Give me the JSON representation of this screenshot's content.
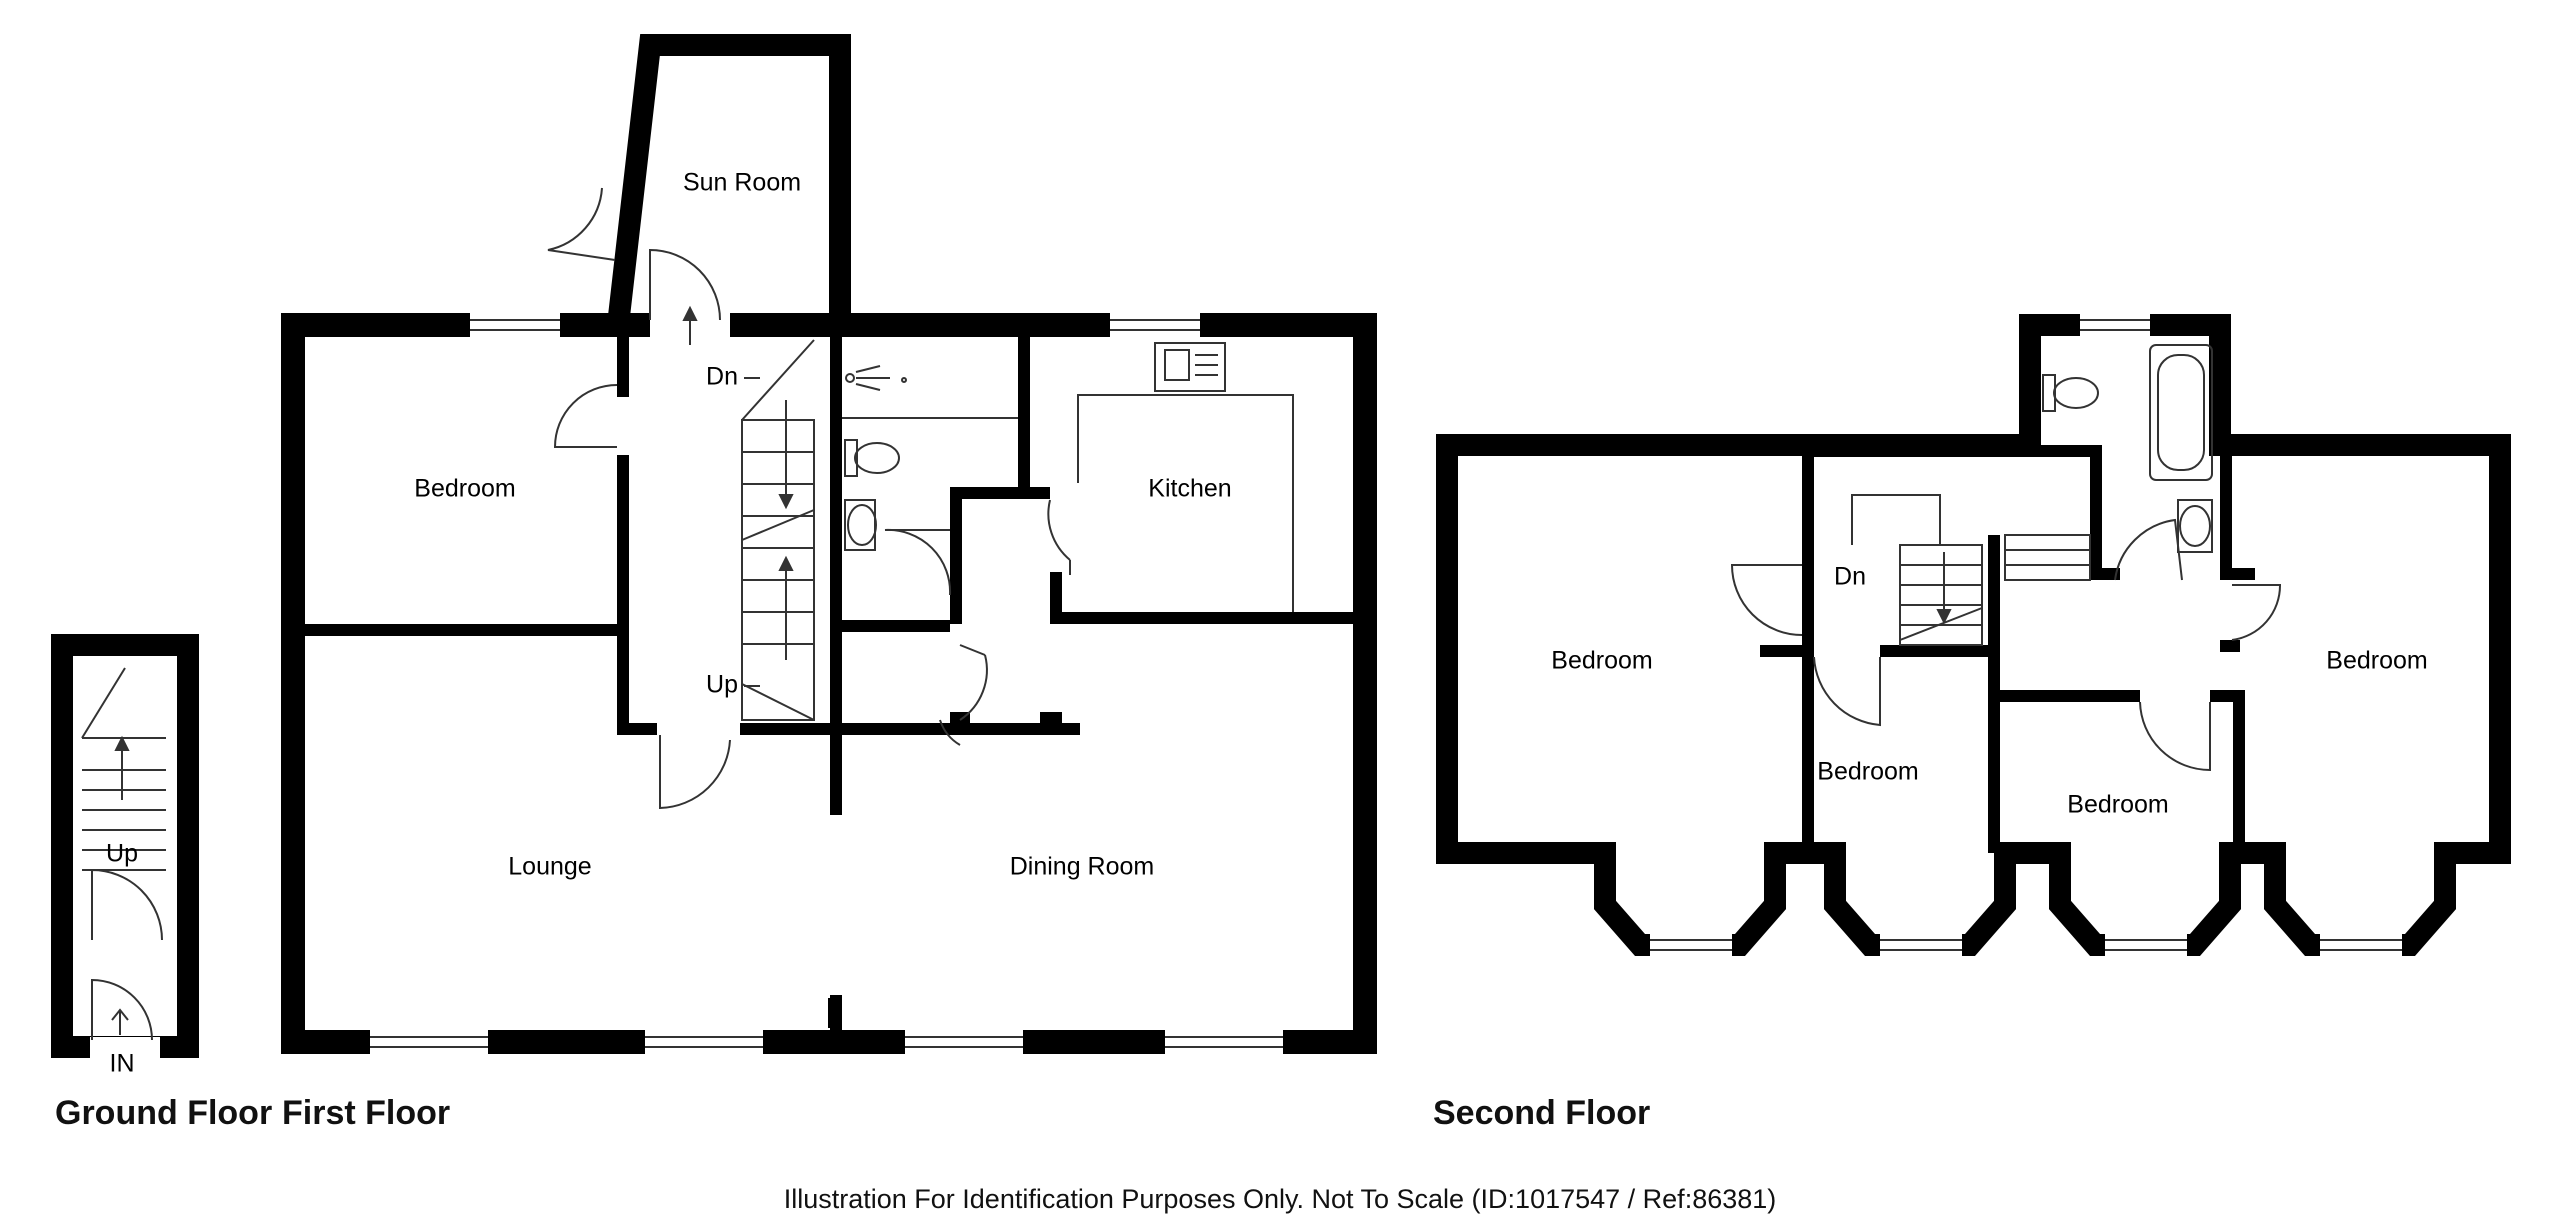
{
  "floors": {
    "ground": {
      "title": "Ground Floor",
      "labels": {
        "stairs_up": "Up",
        "entrance": "IN"
      }
    },
    "first": {
      "title": "First Floor",
      "rooms": {
        "sun_room": "Sun Room",
        "bedroom": "Bedroom",
        "kitchen": "Kitchen",
        "lounge": "Lounge",
        "dining_room": "Dining Room"
      },
      "labels": {
        "stairs_down": "Dn",
        "stairs_up": "Up"
      }
    },
    "second": {
      "title": "Second Floor",
      "rooms": {
        "bedroom_1": "Bedroom",
        "bedroom_2": "Bedroom",
        "bedroom_3": "Bedroom",
        "bedroom_4": "Bedroom"
      },
      "labels": {
        "stairs_down": "Dn"
      }
    }
  },
  "disclaimer": "Illustration For Identification Purposes Only. Not To Scale (ID:1017547 / Ref:86381)",
  "colors": {
    "wall": "#000000",
    "line": "#222222",
    "background": "#ffffff"
  }
}
